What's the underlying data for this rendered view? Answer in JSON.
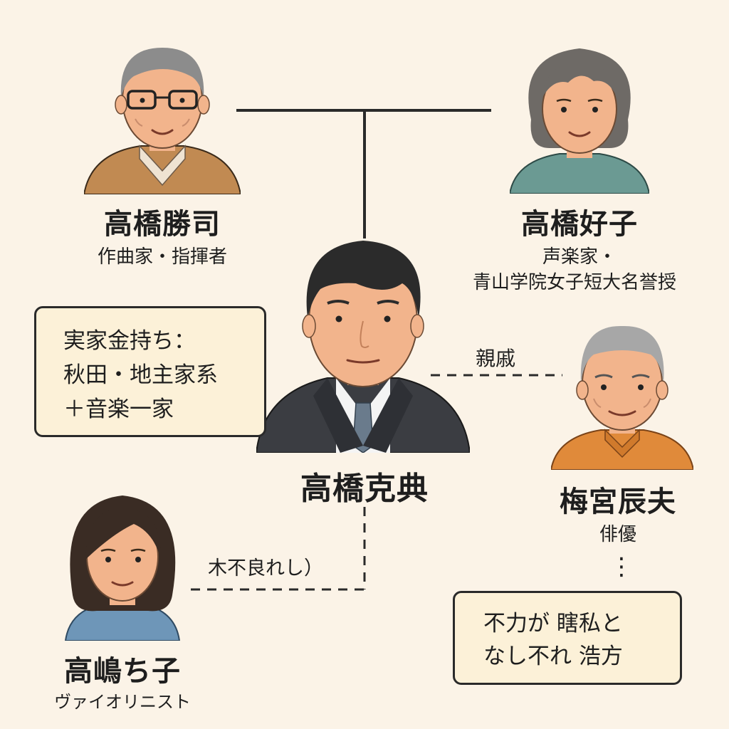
{
  "colors": {
    "background": "#fbf3e7",
    "line": "#2a2a2a",
    "note_fill": "#fcf1d8",
    "skin": "#f2b48c",
    "father_sweater": "#c18a52",
    "mother_top": "#6b9a93",
    "suit": "#3b3d42",
    "relative_shirt": "#e08a3a",
    "violinist_top": "#6e96b8"
  },
  "people": {
    "father": {
      "name": "高橋勝司",
      "role": "作曲家・指揮者",
      "icon": "elderly-man-glasses-portrait"
    },
    "mother": {
      "name": "高橋好子",
      "role_line1": "声楽家・",
      "role_line2": "青山学院女子短大名誉授",
      "icon": "elderly-woman-portrait"
    },
    "center": {
      "name": "高橋克典",
      "icon": "man-in-suit-portrait"
    },
    "relative": {
      "name": "梅宮辰夫",
      "role": "俳優",
      "icon": "elderly-man-portrait"
    },
    "wife": {
      "name": "高嶋ち子",
      "role": "ヴァイオリニスト",
      "icon": "woman-portrait"
    }
  },
  "notes": {
    "family_wealth": {
      "line1": "実家金持ち：",
      "line2": "秋田・地主家系",
      "line3": "＋音楽一家"
    },
    "bottom_right": {
      "line1": "不力が 瞎私と",
      "line2": "なし不れ 浩方"
    }
  },
  "relations": {
    "relative_label": "親戚",
    "wife_label": "木不良れし）",
    "dots": "⋮"
  }
}
